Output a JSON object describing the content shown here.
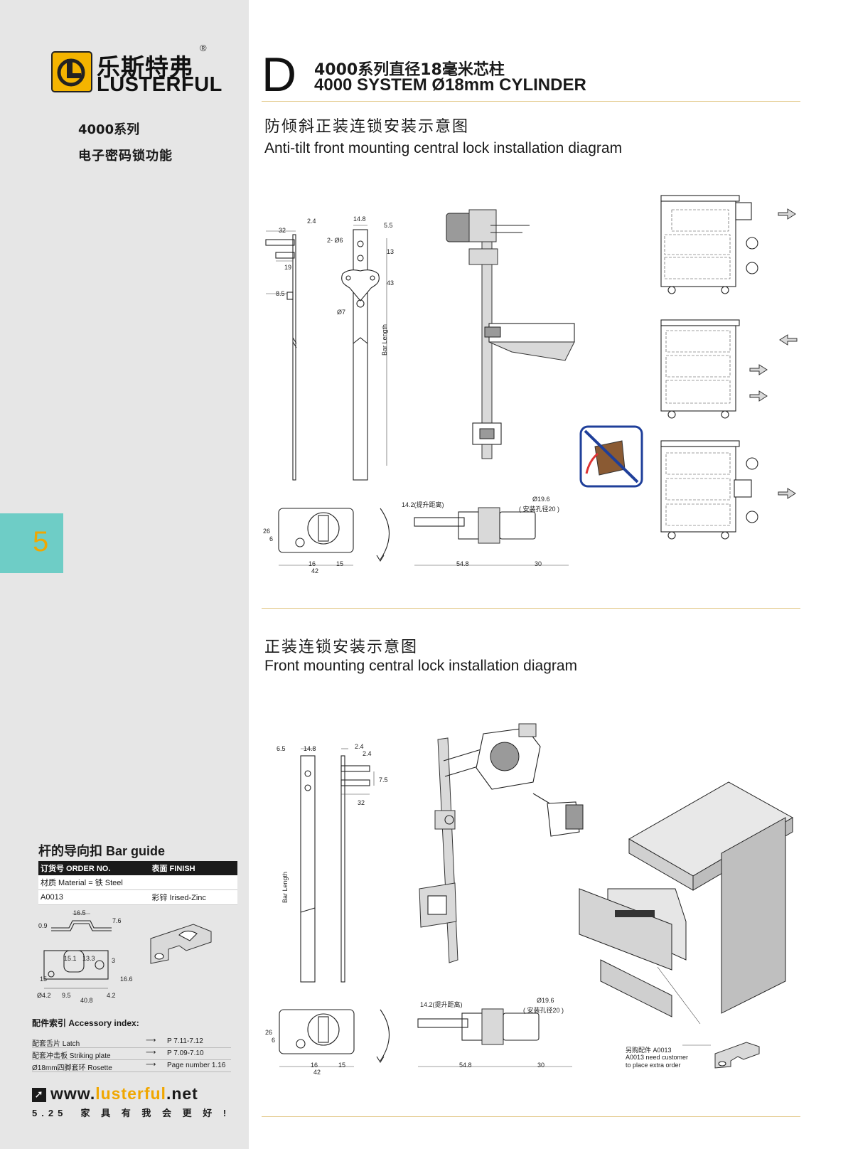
{
  "brand": {
    "name_cn": "乐斯特弗",
    "name_en": "LUSTERFUL",
    "registered_mark": "®"
  },
  "sidebar": {
    "series": "4000系列",
    "function": "电子密码锁功能",
    "page_tab": "5",
    "bar_guide": {
      "title": "杆的导向扣  Bar guide",
      "col_order": "订货号 ORDER NO.",
      "col_finish": "表面 FINISH",
      "material": "材质 Material = 铁 Steel",
      "order_no": "A0013",
      "finish": "彩锌 Irised-Zinc",
      "dims": {
        "d_165": "16.5",
        "d_09": "0.9",
        "d_76": "7.6",
        "d_151": "15.1",
        "d_133": "13.3",
        "d_3": "3",
        "d_15": "15",
        "d_166": "16.6",
        "d_42a": "Ø4.2",
        "d_95": "9.5",
        "d_408": "40.8",
        "d_42b": "4.2"
      }
    },
    "accessory_index": {
      "title": "配件索引 Accessory index:",
      "items": [
        {
          "name": "配套舌片 Latch",
          "page": "P 7.11-7.12"
        },
        {
          "name": "配套冲击板 Striking plate",
          "page": "P 7.09-7.10"
        },
        {
          "name": "Ø18mm四脚套环 Rosette",
          "page": "Page number 1.16"
        }
      ]
    },
    "website": {
      "prefix": "www.",
      "highlight": "lusterful",
      "suffix": ".net"
    },
    "page_number": "5.25",
    "slogan": "家 具 有 我 会 更 好 !"
  },
  "header": {
    "letter": "D",
    "title_cn": "4000系列直径18毫米芯柱",
    "title_en": "4000 SYSTEM Ø18mm  CYLINDER"
  },
  "section1": {
    "title_cn": "防倾斜正装连锁安装示意图",
    "title_en": "Anti-tilt front mounting central lock installation diagram",
    "dims": {
      "d_32": "32",
      "d_24": "2.4",
      "d_19": "19",
      "d_85": "8.5",
      "d_148": "14.8",
      "d_55": "5.5",
      "d_2x6": "2- Ø6",
      "d_13": "13",
      "d_43": "43",
      "d_o7": "Ø7",
      "bar_length": "Bar Length",
      "d_26": "26",
      "d_6": "6",
      "d_16": "16",
      "d_15": "15",
      "d_42": "42",
      "lift": "14.2(提升距离)",
      "d_196": "Ø19.6",
      "hole": "( 安装孔径20 )",
      "d_548": "54.8",
      "d_30": "30"
    }
  },
  "section2": {
    "title_cn": "正装连锁安装示意图",
    "title_en": "Front mounting central lock installation diagram",
    "dims": {
      "d_65": "6.5",
      "d_148": "14.8",
      "d_24a": "2.4",
      "d_24b": "2.4",
      "d_75": "7.5",
      "d_32": "32",
      "bar_length": "Bar Length",
      "d_26": "26",
      "d_6": "6",
      "d_16": "16",
      "d_15": "15",
      "d_42": "42",
      "lift": "14.2(提升距离)",
      "d_196": "Ø19.6",
      "hole": "( 安装孔径20 )",
      "d_548": "54.8",
      "d_30": "30"
    },
    "note_cn": "另购配件  A0013",
    "note_en1": "A0013 need customer",
    "note_en2": "to place extra order"
  }
}
